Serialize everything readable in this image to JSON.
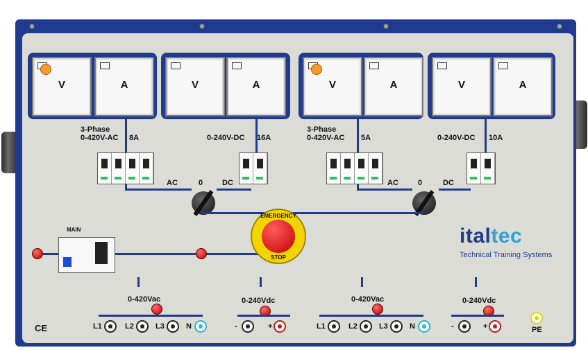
{
  "left_group": {
    "meters": [
      {
        "unit": "V"
      },
      {
        "unit": "A"
      },
      {
        "unit": "V"
      },
      {
        "unit": "A"
      }
    ],
    "ac_label": "3-Phase\n0-420V-AC",
    "ac_current": "8A",
    "dc_label": "0-240V-DC",
    "dc_current": "16A",
    "selector_ac": "AC",
    "selector_zero": "0",
    "selector_dc": "DC",
    "out_ac_label": "0-420Vac",
    "out_dc_label": "0-240Vdc"
  },
  "right_group": {
    "meters": [
      {
        "unit": "V"
      },
      {
        "unit": "A"
      },
      {
        "unit": "V"
      },
      {
        "unit": "A"
      }
    ],
    "ac_label": "3-Phase\n0-420V-AC",
    "ac_current": "5A",
    "dc_label": "0-240V-DC",
    "dc_current": "10A",
    "selector_ac": "AC",
    "selector_zero": "0",
    "selector_dc": "DC",
    "out_ac_label": "0-420Vac",
    "out_dc_label": "0-240Vdc"
  },
  "main_label": "MAIN",
  "emergency_top": "EMERGENCY",
  "emergency_bottom": "STOP",
  "terminals": {
    "ac": [
      "L1",
      "L2",
      "L3",
      "N"
    ],
    "dc": [
      "-",
      "+"
    ],
    "pe": "PE"
  },
  "brand": {
    "ital": "ital",
    "tec": "tec",
    "tagline": "Technical Training Systems"
  },
  "ce": "CE"
}
